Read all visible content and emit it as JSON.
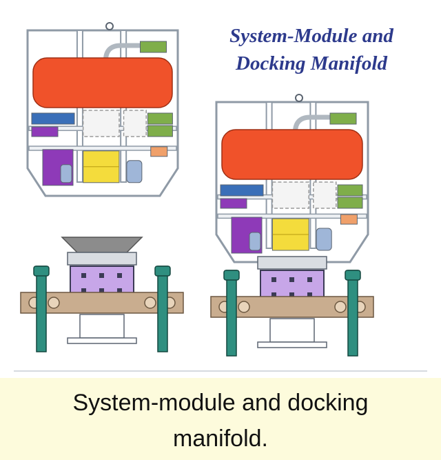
{
  "diagram": {
    "title_line1": "System-Module and",
    "title_line2": "Docking Manifold"
  },
  "caption": "System-module and docking manifold.",
  "colors": {
    "frame": "#8f9aa6",
    "tank": "#f0522a",
    "module_green": "#7fae4a",
    "module_blue": "#3a6fb8",
    "module_purple": "#8e3ab8",
    "module_yellow": "#f4dc3c",
    "manifold_lilac": "#c7a6e8",
    "pile_teal": "#2f8f80",
    "base_tan": "#c9ad8f",
    "funnel_gray": "#8c8c8c",
    "title_blue": "#2d3a8c"
  }
}
